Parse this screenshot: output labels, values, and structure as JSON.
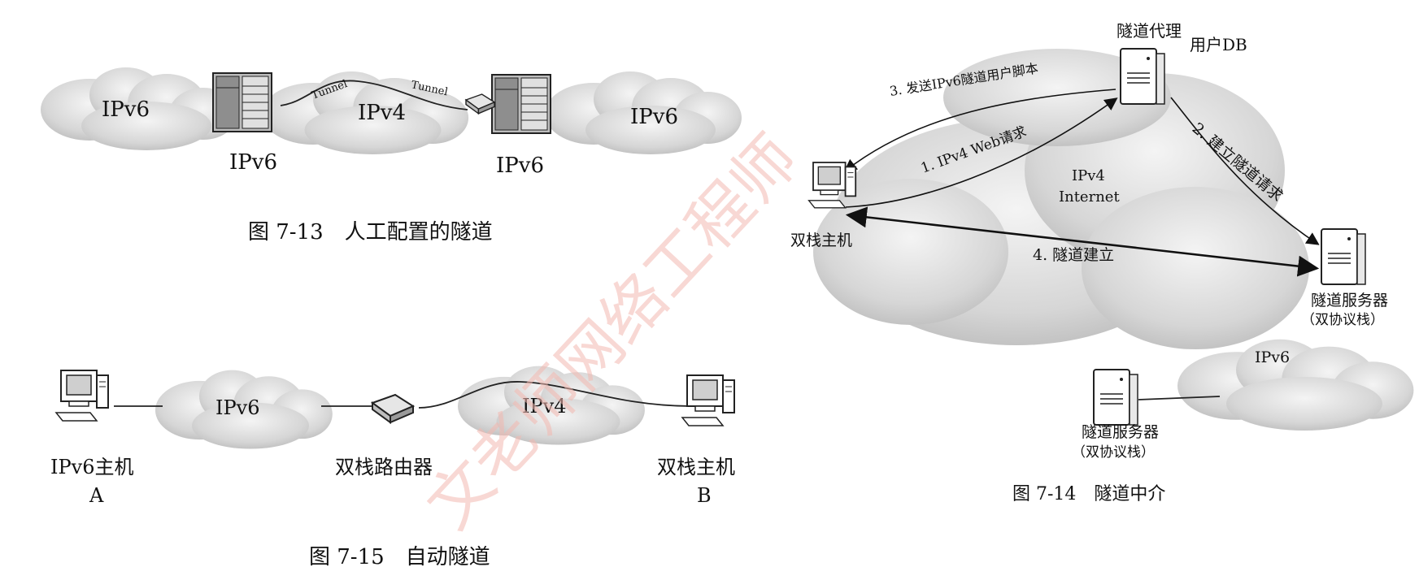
{
  "watermark": "文老师网络工程师",
  "fig13": {
    "caption": "图 7-13　人工配置的隧道",
    "cloud_left": "IPv6",
    "cloud_mid": "IPv4",
    "cloud_right": "IPv6",
    "router_left_label": "IPv6",
    "router_right_label": "IPv6",
    "tunnel_left": "Tunnel",
    "tunnel_right": "Tunnel"
  },
  "fig14": {
    "caption": "图 7-14　隧道中介",
    "tunnel_proxy": "隧道代理",
    "user_db": "用户DB",
    "step3": "3. 发送IPv6隧道用户脚本",
    "step1": "1. IPv4 Web请求",
    "step2": "2. 建立隧道请求",
    "step4": "4. 隧道建立",
    "cloud_ipv4_line1": "IPv4",
    "cloud_ipv4_line2": "Internet",
    "dual_host": "双栈主机",
    "server_right_line1": "隧道服务器",
    "server_right_line2": "（双协议栈）",
    "cloud_ipv6": "IPv6",
    "server_bottom_line1": "隧道服务器",
    "server_bottom_line2": "（双协议栈）"
  },
  "fig15": {
    "caption": "图 7-15　自动隧道",
    "host_a_line1": "IPv6主机",
    "host_a_line2": "A",
    "cloud_ipv6": "IPv6",
    "router": "双栈路由器",
    "cloud_ipv4": "IPv4",
    "host_b_line1": "双栈主机",
    "host_b_line2": "B"
  }
}
